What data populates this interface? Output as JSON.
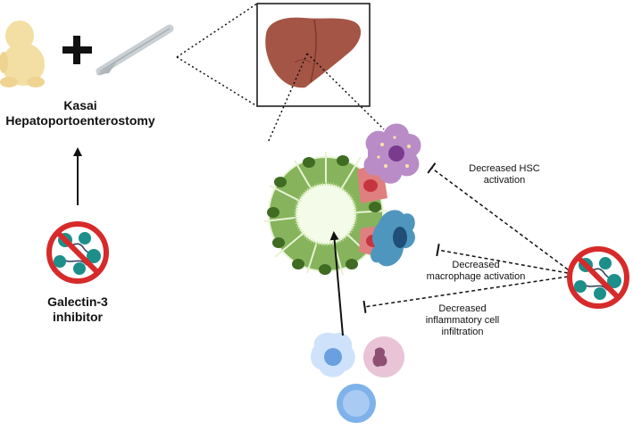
{
  "labels": {
    "kasai_line1": "Kasai",
    "kasai_line2": "Hepatoportoenterostomy",
    "galectin_line1": "Galectin-3",
    "galectin_line2": "inhibitor",
    "hsc_line1": "Decreased HSC",
    "hsc_line2": "activation",
    "macro_line1": "Decreased",
    "macro_line2": "macrophage activation",
    "infl_line1": "Decreased",
    "infl_line2": "inflammatory cell",
    "infl_line3": "infiltration"
  },
  "colors": {
    "hepatocyte": "#86b35c",
    "hepatocyte_nucleus": "#3f6b22",
    "cholangiocyte": "#e07f7f",
    "cholangiocyte_nucleus": "#c6353f",
    "lumen": "#f4fbe9",
    "kupffer": "#b98cc8",
    "kupffer_nucleus": "#7a3b8f",
    "macrophage": "#4f96bf",
    "macrophage_nucleus": "#1f4f78",
    "liver": "#a55545",
    "no_sign": "#d72a2a",
    "galectin": "#1c8f8a",
    "baby": "#f3dfa3",
    "scalpel_blade": "#c9cfd3"
  },
  "icons": [
    "baby-icon",
    "plus-icon",
    "scalpel-icon",
    "liver-icon",
    "no-galectin-icon"
  ]
}
